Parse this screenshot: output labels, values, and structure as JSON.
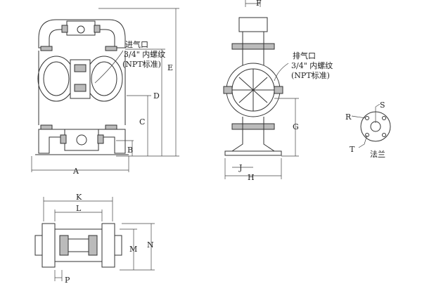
{
  "front_view": {
    "inlet_note": [
      "进气口",
      "3/4\" 内螺纹",
      "(NPT标准)"
    ],
    "dims": {
      "A": "A",
      "B": "B",
      "C": "C",
      "D": "D",
      "E": "E"
    }
  },
  "side_view": {
    "exhaust_note": [
      "排气口",
      "3/4\" 内螺纹",
      "(NPT标准)"
    ],
    "dims": {
      "F": "F",
      "G": "G",
      "H": "H",
      "J": "J"
    }
  },
  "top_view": {
    "dims": {
      "K": "K",
      "L": "L",
      "M": "M",
      "N": "N",
      "P": "P"
    }
  },
  "flange_detail": {
    "title": "法兰",
    "dims": {
      "R": "R",
      "S": "S",
      "T": "T"
    }
  }
}
